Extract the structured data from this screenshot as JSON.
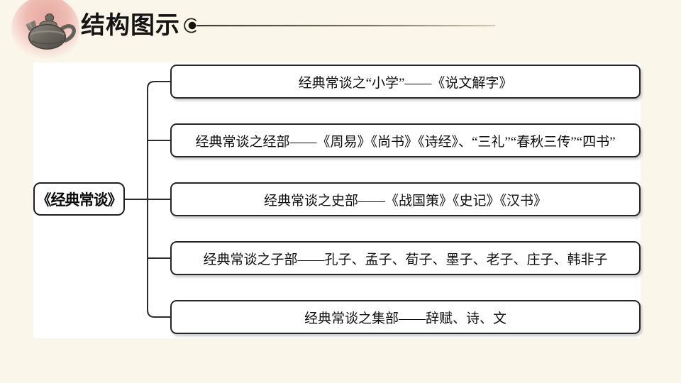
{
  "header": {
    "title": "结构图示"
  },
  "diagram": {
    "root_label": "《经典常谈》",
    "branches": [
      {
        "label": "经典常谈之“小学”——《说文解字》"
      },
      {
        "label": "经典常谈之经部——《周易》《尚书》《诗经》、“三礼”“春秋三传”“四书”"
      },
      {
        "label": "经典常谈之史部——《战国策》《史记》《汉书》"
      },
      {
        "label": "经典常谈之子部——孔子、孟子、荀子、墨子、老子、庄子、韩非子"
      },
      {
        "label": "经典常谈之集部——辞赋、诗、文"
      }
    ]
  },
  "icons": {
    "teapot": "teapot-icon",
    "title_bullet": "dot-with-arc-icon"
  },
  "colors": {
    "slide_background": "#faf6e9",
    "panel_background": "#ffffff",
    "box_border": "#262626",
    "connector_line": "#2b2b2b",
    "accent_pink": "#e7a9a1",
    "title_text": "#141414"
  }
}
